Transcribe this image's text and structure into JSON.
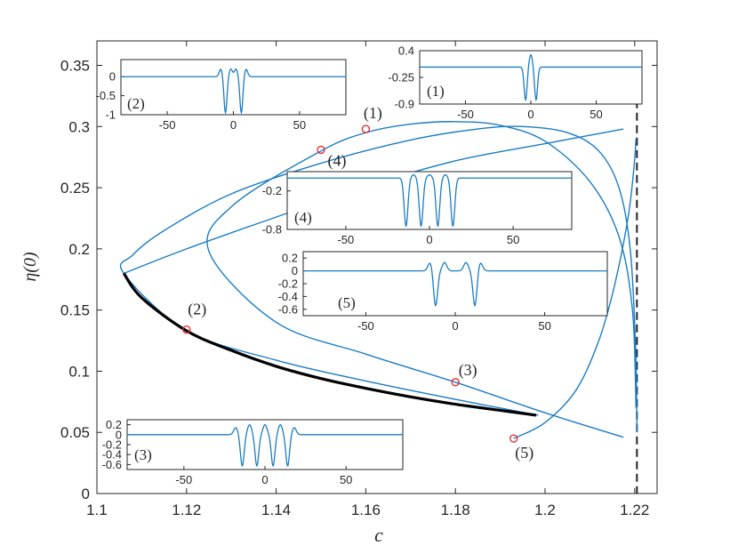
{
  "chart_data": {
    "type": "line",
    "xlabel": "c",
    "ylabel": "η(0)",
    "xlim": [
      1.1,
      1.225
    ],
    "ylim": [
      0,
      0.37
    ],
    "xticks": [
      "1.1",
      "1.12",
      "1.14",
      "1.16",
      "1.18",
      "1.2",
      "1.22"
    ],
    "yticks": [
      "0",
      "0.05",
      "0.1",
      "0.15",
      "0.2",
      "0.25",
      "0.3",
      "0.35"
    ],
    "grid": false,
    "colors": {
      "branch": "#1a7dc4",
      "stable": "#000000",
      "marker": "#e8262a",
      "asymptote": "#222222"
    },
    "asymptote_c": 1.2205,
    "branches": [
      {
        "x": [
          1.1985,
          1.18,
          1.16,
          1.14,
          1.12,
          1.106,
          1.108,
          1.115,
          1.13,
          1.15,
          1.17,
          1.185,
          1.195,
          1.205,
          1.212,
          1.2165,
          1.219,
          1.2202,
          1.2205
        ],
        "y": [
          0.064,
          0.077,
          0.092,
          0.109,
          0.133,
          0.18,
          0.195,
          0.215,
          0.245,
          0.27,
          0.289,
          0.298,
          0.3,
          0.295,
          0.28,
          0.25,
          0.2,
          0.12,
          0.05
        ]
      },
      {
        "x": [
          1.106,
          1.12,
          1.14,
          1.16,
          1.18,
          1.2,
          1.2175
        ],
        "y": [
          0.18,
          0.2,
          0.226,
          0.251,
          0.272,
          0.286,
          0.298
        ]
      },
      {
        "x": [
          1.2175,
          1.2,
          1.18,
          1.16,
          1.14,
          1.125,
          1.1305,
          1.15,
          1.16,
          1.17,
          1.18,
          1.19,
          1.2,
          1.21,
          1.2165,
          1.2195,
          1.2203
        ],
        "y": [
          0.046,
          0.066,
          0.091,
          0.114,
          0.14,
          0.198,
          0.236,
          0.28,
          0.295,
          0.302,
          0.304,
          0.301,
          0.288,
          0.255,
          0.21,
          0.15,
          0.07
        ]
      },
      {
        "x": [
          1.193,
          1.2,
          1.207,
          1.212,
          1.2155,
          1.2185,
          1.2198,
          1.2203
        ],
        "y": [
          0.045,
          0.058,
          0.085,
          0.125,
          0.17,
          0.225,
          0.265,
          0.29
        ]
      }
    ],
    "stable_branch": {
      "x": [
        1.106,
        1.11,
        1.12,
        1.13,
        1.14,
        1.15,
        1.16,
        1.17,
        1.18,
        1.19,
        1.198
      ],
      "y": [
        0.18,
        0.16,
        0.133,
        0.117,
        0.104,
        0.094,
        0.086,
        0.079,
        0.073,
        0.068,
        0.064
      ]
    },
    "markers": [
      {
        "label": "(1)",
        "c": 1.16,
        "eta": 0.298
      },
      {
        "label": "(2)",
        "c": 1.12,
        "eta": 0.134
      },
      {
        "label": "(3)",
        "c": 1.18,
        "eta": 0.091
      },
      {
        "label": "(4)",
        "c": 1.15,
        "eta": 0.281
      },
      {
        "label": "(5)",
        "c": 1.193,
        "eta": 0.045
      }
    ],
    "insets": [
      {
        "label": "(1)",
        "xlim": [
          -85,
          85
        ],
        "ylim": [
          -0.9,
          0.4
        ],
        "xticks": [
          "-50",
          "0",
          "50"
        ],
        "yticks": [
          "0.4",
          "-0.25",
          "-0.9"
        ],
        "troughs": [
          {
            "x": -4,
            "depth": -0.8
          },
          {
            "x": 4,
            "depth": -0.8
          }
        ],
        "peaks": [
          {
            "x": 0,
            "height": 0.3
          }
        ]
      },
      {
        "label": "(2)",
        "xlim": [
          -85,
          85
        ],
        "ylim": [
          -1,
          0.45
        ],
        "xticks": [
          "-50",
          "0",
          "50"
        ],
        "yticks": [
          "0",
          "-0.5",
          "-1"
        ],
        "troughs": [
          {
            "x": -6,
            "depth": -0.95
          },
          {
            "x": 6,
            "depth": -0.95
          }
        ],
        "peaks": [
          {
            "x": -9.5,
            "height": 0.2
          },
          {
            "x": -2,
            "height": 0.2
          },
          {
            "x": 2,
            "height": 0.2
          },
          {
            "x": 9.5,
            "height": 0.2
          }
        ]
      },
      {
        "label": "(3)",
        "xlim": [
          -85,
          85
        ],
        "ylim": [
          -0.7,
          0.3
        ],
        "xticks": [
          "-50",
          "0",
          "50"
        ],
        "yticks": [
          "0.2",
          "0",
          "-0.2",
          "-0.4",
          "-0.6"
        ],
        "troughs": [
          {
            "x": -14,
            "depth": -0.63
          },
          {
            "x": -5,
            "depth": -0.63
          },
          {
            "x": 5,
            "depth": -0.63
          },
          {
            "x": 14,
            "depth": -0.63
          }
        ],
        "peaks": [
          {
            "x": -18,
            "height": 0.14
          },
          {
            "x": -9.5,
            "height": 0.2
          },
          {
            "x": 0,
            "height": 0.2
          },
          {
            "x": 9.5,
            "height": 0.2
          },
          {
            "x": 18,
            "height": 0.14
          }
        ]
      },
      {
        "label": "(4)",
        "xlim": [
          -85,
          85
        ],
        "ylim": [
          -0.8,
          0.1
        ],
        "xticks": [
          "-50",
          "0",
          "50"
        ],
        "yticks": [
          "-0.2",
          "-0.8"
        ],
        "troughs": [
          {
            "x": -14,
            "depth": -0.75
          },
          {
            "x": -5,
            "depth": -0.75
          },
          {
            "x": 5,
            "depth": -0.75
          },
          {
            "x": 14,
            "depth": -0.75
          }
        ],
        "peaks": [
          {
            "x": -9.5,
            "height": 0.05
          },
          {
            "x": 0,
            "height": 0.05
          },
          {
            "x": 9.5,
            "height": 0.05
          }
        ]
      },
      {
        "label": "(5)",
        "xlim": [
          -85,
          85
        ],
        "ylim": [
          -0.7,
          0.3
        ],
        "xticks": [
          "-50",
          "0",
          "50"
        ],
        "yticks": [
          "0.2",
          "0",
          "-0.2",
          "-0.4",
          "-0.6"
        ],
        "troughs": [
          {
            "x": -11,
            "depth": -0.55
          },
          {
            "x": 11,
            "depth": -0.55
          }
        ],
        "peaks": [
          {
            "x": -14,
            "height": 0.13
          },
          {
            "x": -6,
            "height": 0.13
          },
          {
            "x": 6,
            "height": 0.13
          },
          {
            "x": 14,
            "height": 0.13
          }
        ]
      }
    ]
  }
}
